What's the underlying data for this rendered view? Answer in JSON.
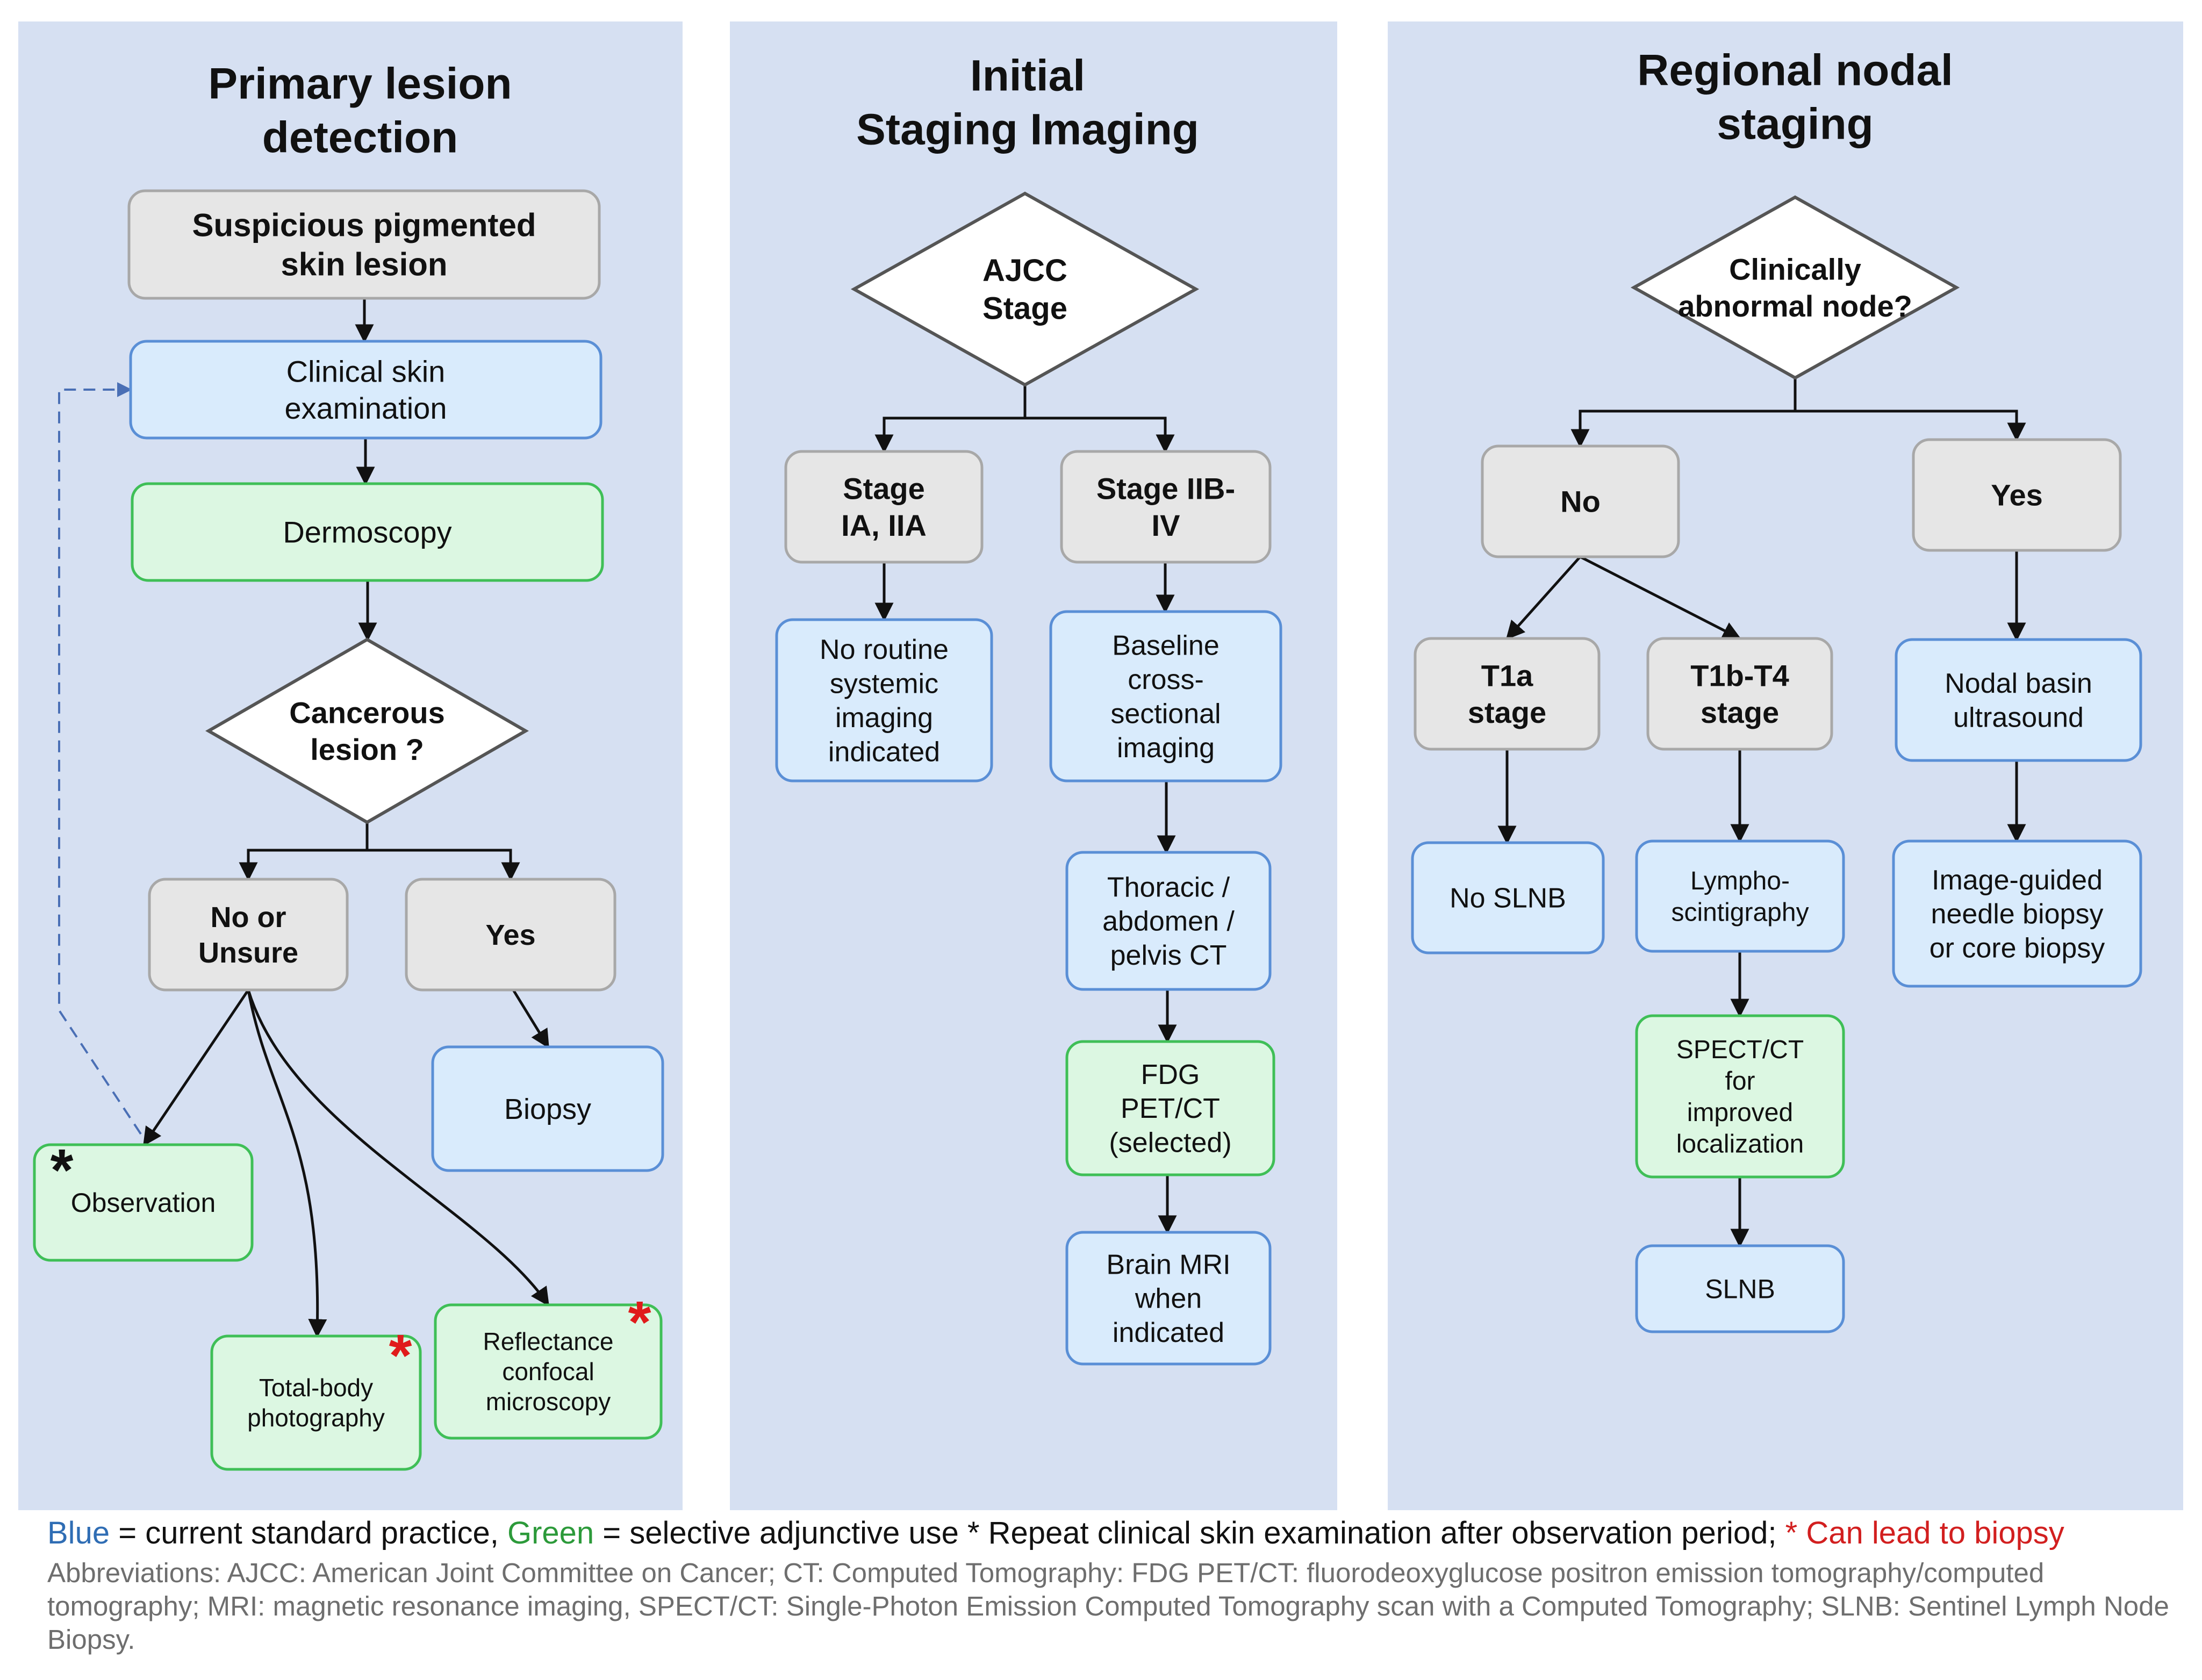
{
  "sections": [
    {
      "title_lines": [
        "Primary lesion",
        "detection"
      ]
    },
    {
      "title_lines": [
        "Initial",
        "Staging Imaging"
      ]
    },
    {
      "title_lines": [
        "Regional nodal",
        "staging"
      ]
    }
  ],
  "nodes": {
    "suspicious": [
      "Suspicious pigmented",
      "skin lesion"
    ],
    "clinical_exam": [
      "Clinical skin",
      "examination"
    ],
    "dermoscopy": [
      "Dermoscopy"
    ],
    "cancerous": [
      "Cancerous",
      "lesion ?"
    ],
    "no_unsure": [
      "No or",
      "Unsure"
    ],
    "yes1": [
      "Yes"
    ],
    "biopsy": [
      "Biopsy"
    ],
    "observation": [
      "Observation"
    ],
    "tbp": [
      "Total-body",
      "photography"
    ],
    "rcm": [
      "Reflectance",
      "confocal",
      "microscopy"
    ],
    "ajcc": [
      "AJCC",
      "Stage"
    ],
    "stage_ia": [
      "Stage",
      "IA, IIA"
    ],
    "stage_iib": [
      "Stage IIB-",
      "IV"
    ],
    "no_routine": [
      "No routine",
      "systemic",
      "imaging",
      "indicated"
    ],
    "baseline": [
      "Baseline",
      "cross-",
      "sectional",
      "imaging"
    ],
    "thoracic": [
      "Thoracic /",
      "abdomen /",
      "pelvis CT"
    ],
    "fdg": [
      "FDG",
      "PET/CT",
      "(selected)"
    ],
    "brain": [
      "Brain MRI",
      "when",
      "indicated"
    ],
    "clin_abn": [
      "Clinically",
      "abnormal node?"
    ],
    "no2": [
      "No"
    ],
    "yes2": [
      "Yes"
    ],
    "t1a": [
      "T1a",
      "stage"
    ],
    "t1b": [
      "T1b-T4",
      "stage"
    ],
    "no_slnb": [
      "No SLNB"
    ],
    "lympho": [
      "Lympho-",
      "scintigraphy"
    ],
    "spect": [
      "SPECT/CT",
      "for",
      "improved",
      "localization"
    ],
    "slnb": [
      "SLNB"
    ],
    "nodal_us": [
      "Nodal basin",
      "ultrasound"
    ],
    "image_guided": [
      "Image-guided",
      "needle biopsy",
      "or core biopsy"
    ]
  },
  "markers": {
    "observation_star": "*",
    "tbp_star": "*",
    "rcm_star": "*"
  },
  "colors": {
    "panel": "#d6e0f2",
    "gray_box": "#e6e6e6",
    "blue_box": "#d9ebfc",
    "blue_border": "#5a8fd6",
    "green_box": "#dcf7e2",
    "green_border": "#3fbf57",
    "diamond": "#ffffff",
    "star_red": "#e01b1b",
    "dashed": "#4a6fb5"
  },
  "legend": {
    "blue_word": "Blue",
    "blue_text": " = current standard practice, ",
    "green_word": "Green",
    "green_text": " = selective adjunctive use  * Repeat clinical skin examination after observation period; ",
    "red_text": "* Can lead to biopsy",
    "abbreviations": "Abbreviations: AJCC: American Joint Committee on Cancer; CT: Computed Tomography: FDG PET/CT: fluorodeoxyglucose positron emission tomography/computed tomography; MRI: magnetic resonance imaging, SPECT/CT: Single-Photon Emission Computed Tomography scan with a Computed Tomography; SLNB: Sentinel Lymph Node Biopsy."
  }
}
